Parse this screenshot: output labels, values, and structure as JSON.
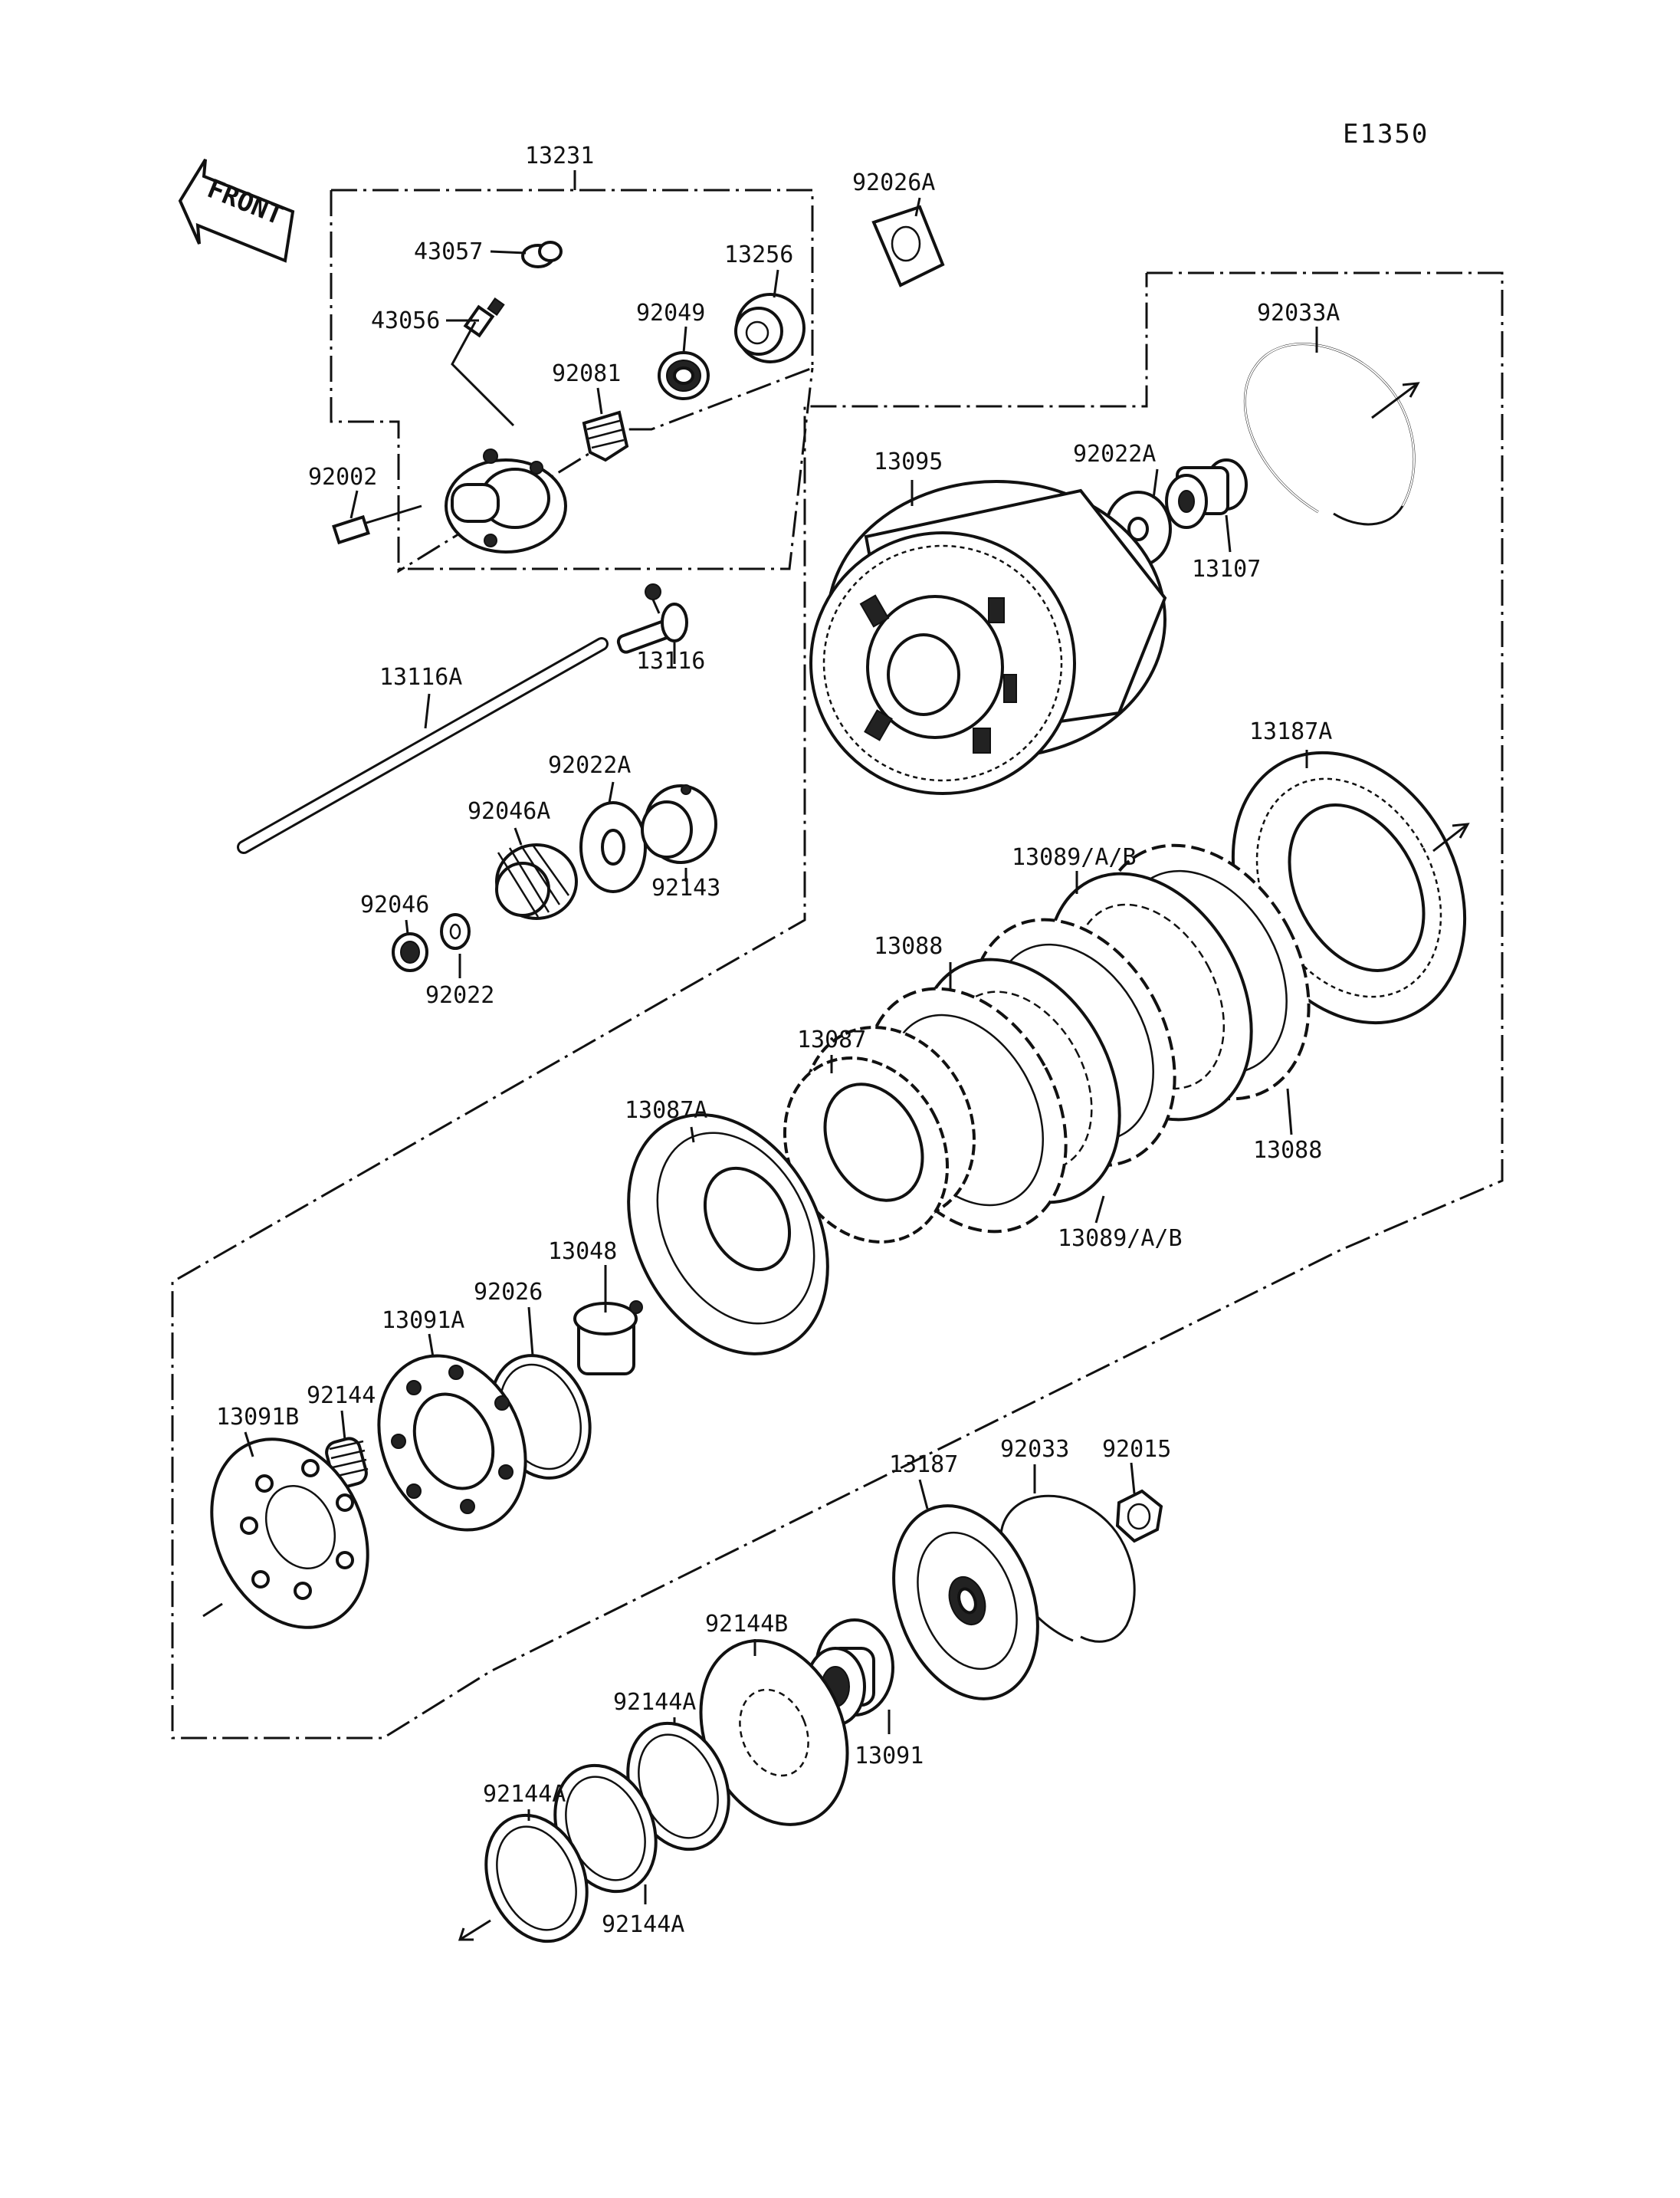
{
  "diagram_code": "E1350",
  "front_label": "FRONT",
  "labels": [
    {
      "id": "13231",
      "text": "13231"
    },
    {
      "id": "92026A",
      "text": "92026A"
    },
    {
      "id": "43057",
      "text": "43057"
    },
    {
      "id": "13256",
      "text": "13256"
    },
    {
      "id": "43056",
      "text": "43056"
    },
    {
      "id": "92049",
      "text": "92049"
    },
    {
      "id": "92081",
      "text": "92081"
    },
    {
      "id": "92002",
      "text": "92002"
    },
    {
      "id": "92033A",
      "text": "92033A"
    },
    {
      "id": "13095",
      "text": "13095"
    },
    {
      "id": "92022A_top",
      "text": "92022A"
    },
    {
      "id": "13107",
      "text": "13107"
    },
    {
      "id": "13116A",
      "text": "13116A"
    },
    {
      "id": "13116",
      "text": "13116"
    },
    {
      "id": "92022A_mid",
      "text": "92022A"
    },
    {
      "id": "92046A",
      "text": "92046A"
    },
    {
      "id": "92143",
      "text": "92143"
    },
    {
      "id": "92046",
      "text": "92046"
    },
    {
      "id": "92022",
      "text": "92022"
    },
    {
      "id": "13187A",
      "text": "13187A"
    },
    {
      "id": "13089AB_top",
      "text": "13089/A/B"
    },
    {
      "id": "13088_top",
      "text": "13088"
    },
    {
      "id": "13087",
      "text": "13087"
    },
    {
      "id": "13088_right",
      "text": "13088"
    },
    {
      "id": "13087A",
      "text": "13087A"
    },
    {
      "id": "13089AB_bottom",
      "text": "13089/A/B"
    },
    {
      "id": "13048",
      "text": "13048"
    },
    {
      "id": "92026",
      "text": "92026"
    },
    {
      "id": "13091A",
      "text": "13091A"
    },
    {
      "id": "92144",
      "text": "92144"
    },
    {
      "id": "13091B",
      "text": "13091B"
    },
    {
      "id": "92033",
      "text": "92033"
    },
    {
      "id": "92015",
      "text": "92015"
    },
    {
      "id": "13187",
      "text": "13187"
    },
    {
      "id": "92144B",
      "text": "92144B"
    },
    {
      "id": "92144A_1",
      "text": "92144A"
    },
    {
      "id": "13091",
      "text": "13091"
    },
    {
      "id": "92144A_2",
      "text": "92144A"
    },
    {
      "id": "92144A_3",
      "text": "92144A"
    }
  ]
}
